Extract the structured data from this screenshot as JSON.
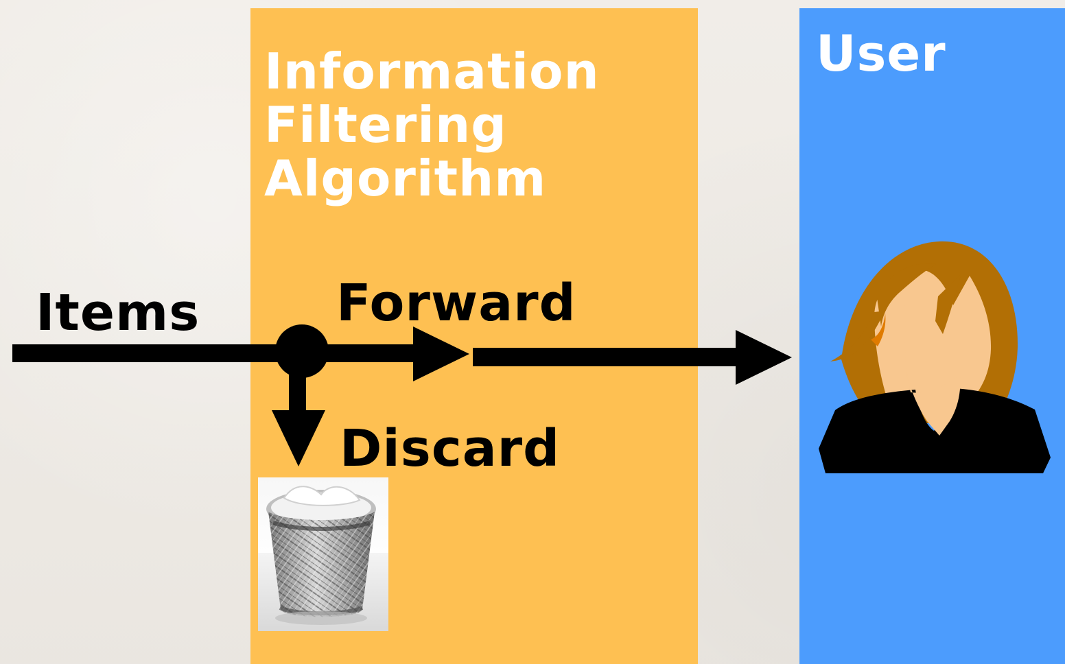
{
  "diagram": {
    "panels": {
      "algorithm_title": "Information\nFiltering\nAlgorithm",
      "user_title": "User"
    },
    "labels": {
      "items": "Items",
      "forward": "Forward",
      "discard": "Discard"
    },
    "colors": {
      "background": "#efebe5",
      "algorithm_panel": "#fec052",
      "user_panel": "#4c9cfd",
      "arrow": "#000000",
      "title_text": "#ffffff",
      "avatar_hair": "#b26f05",
      "avatar_skin": "#f8c78f",
      "avatar_shirt": "#000000"
    },
    "icons": {
      "trash": "trash-can-icon",
      "user": "user-avatar-icon"
    }
  }
}
